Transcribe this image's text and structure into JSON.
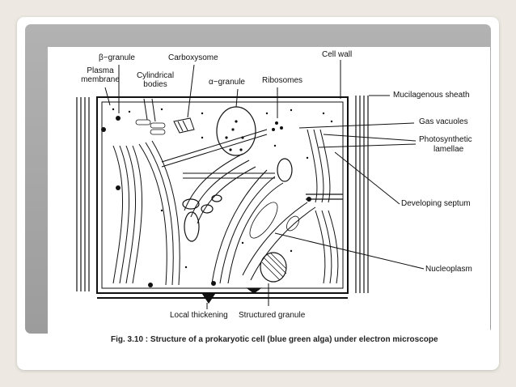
{
  "labels": {
    "beta_granule": "β−granule",
    "carboxysome": "Carboxysome",
    "cell_wall": "Cell wall",
    "plasma_membrane_1": "Plasma",
    "plasma_membrane_2": "membrane",
    "cylindrical_bodies_1": "Cylindrical",
    "cylindrical_bodies_2": "bodies",
    "alpha_granule": "α−granule",
    "ribosomes": "Ribosomes",
    "mucilagenous_sheath": "Mucilagenous sheath",
    "gas_vacuoles": "Gas vacuoles",
    "photosynthetic_lamellae_1": "Photosynthetic",
    "photosynthetic_lamellae_2": "lamellae",
    "developing_septum": "Developing septum",
    "nucleoplasm": "Nucleoplasm",
    "local_thickening": "Local thickening",
    "structured_granule": "Structured granule"
  },
  "caption": "Fig. 3.10 : Structure of a prokaryotic cell (blue green alga) under electron microscope",
  "colors": {
    "page_background": "#ede9e2",
    "slide_band": "#a8a8a8",
    "ink": "#111111"
  }
}
